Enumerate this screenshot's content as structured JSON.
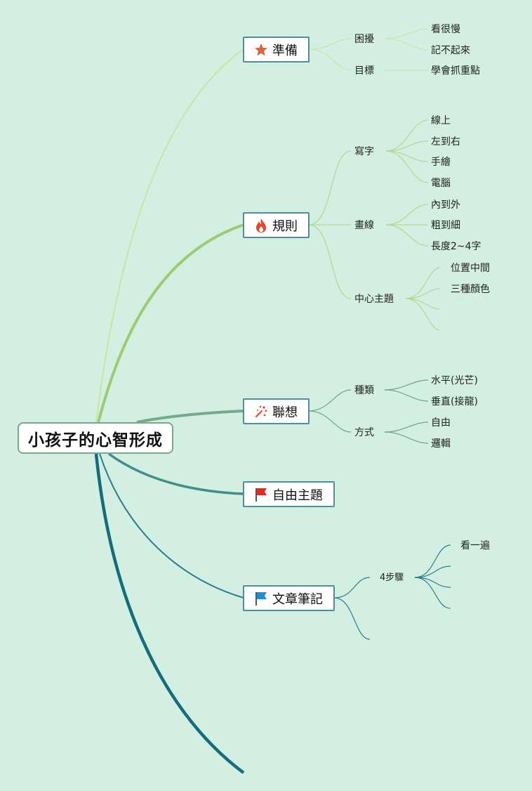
{
  "root": {
    "label": "小孩子的心智形成"
  },
  "branches": [
    {
      "label": "準備",
      "icon": "star-icon",
      "icon_color": "#e0643a",
      "children": [
        {
          "label": "困擾",
          "children": [
            "看很慢",
            "記不起來"
          ]
        },
        {
          "label": "目標",
          "children": [
            "學會抓重點"
          ]
        }
      ]
    },
    {
      "label": "規則",
      "icon": "fire-icon",
      "icon_color": "#e8442a",
      "children": [
        {
          "label": "寫字",
          "children": [
            "線上",
            "左到右",
            "手繪",
            "電腦"
          ]
        },
        {
          "label": "畫線",
          "children": [
            "內到外",
            "粗到細",
            "長度2~4字"
          ]
        },
        {
          "label": "中心主題",
          "children": [
            "位置中間",
            "三種顏色",
            "",
            ""
          ]
        }
      ]
    },
    {
      "label": "聯想",
      "icon": "sparkle-icon",
      "icon_color": "#e8442a",
      "children": [
        {
          "label": "種類",
          "children": [
            "水平(光芒)",
            "垂直(接龍)"
          ]
        },
        {
          "label": "方式",
          "children": [
            "自由",
            "邏輯"
          ]
        }
      ]
    },
    {
      "label": "自由主題",
      "icon": "red-flag-icon",
      "icon_color": "#e32b23",
      "children": []
    },
    {
      "label": "文章筆記",
      "icon": "blue-flag-icon",
      "icon_color": "#1f8fd8",
      "children": [
        {
          "label": "4步驟",
          "children": [
            "看一遍",
            "",
            "",
            ""
          ]
        },
        {
          "label": "",
          "children": []
        }
      ]
    }
  ],
  "colors": {
    "background": "#d3efe2",
    "branch_1": "#bfe39a",
    "branch_2": "#9ccb72",
    "branch_3": "#6fa58a",
    "branch_4": "#3f8f88",
    "branch_5": "#2b7f8c",
    "branch_6": "#146c7c"
  }
}
